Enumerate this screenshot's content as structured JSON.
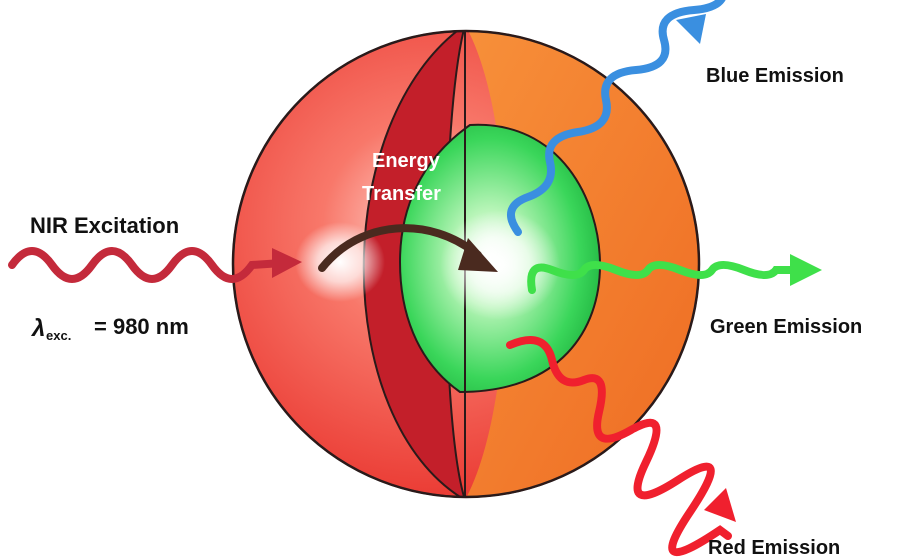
{
  "labels": {
    "nir_excitation": "NIR Excitation",
    "lambda_symbol": "λ",
    "lambda_subscript": "exc.",
    "wavelength": "= 980 nm",
    "energy_transfer_line1": "Energy",
    "energy_transfer_line2": "Transfer",
    "blue_emission": "Blue Emission",
    "green_emission": "Green Emission",
    "red_emission": "Red Emission"
  },
  "colors": {
    "excitation_wave": "#c42a3b",
    "blue_wave": "#3a8fe0",
    "green_wave": "#3fe04a",
    "red_wave": "#f0202e",
    "outer_shell": "#f4503f",
    "cut_face": "#f5802e",
    "inner_shell_band": "#c31f2a",
    "core": "#3ad65a",
    "transfer_arrow": "#4a2a1f"
  }
}
